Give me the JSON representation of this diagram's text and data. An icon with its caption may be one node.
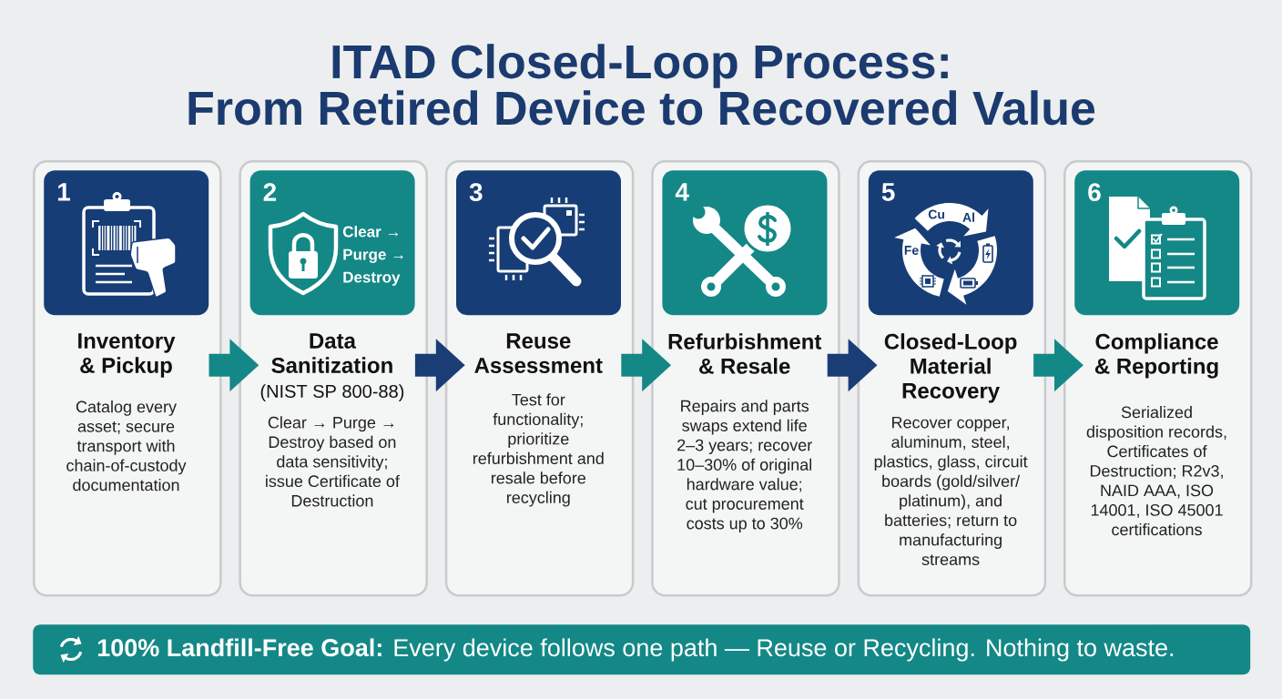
{
  "diagram": {
    "title": "ITAD Closed-Loop Process: From Retired Device to Recovered Value",
    "nodes": [
      {
        "text": [
          "Inventory & Pickup",
          "Catalog every asset; secure transport with chain-of-custody documentation"
        ]
      },
      {
        "text": [
          "1"
        ],
        "in": 0
      },
      {
        "text": [
          "Data Sanitization",
          "(NIST SP 800-88)",
          "Clear → Purge → Destroy based on data sensitivity; issue Certificate of Destruction"
        ]
      },
      {
        "text": [
          "2",
          "Clear → Purge → Destroy"
        ],
        "in": 2
      },
      {
        "text": [
          "Reuse Assessment",
          "Test for functionality; prioritize refurbishment and resale before recycling"
        ]
      },
      {
        "text": [
          "3"
        ],
        "in": 4
      },
      {
        "text": [
          "Refurbishment & Resale",
          "Repairs and parts swaps extend life 2–3 years; recover 10–30% of original hardware value; cut procurement costs up to 30%"
        ]
      },
      {
        "text": [
          "4"
        ],
        "in": 6
      },
      {
        "text": [
          "Closed-Loop Material Recovery",
          "Recover copper, aluminum, steel, plastics, glass, circuit boards (gold/silver/platinum), and batteries; return to manufacturing streams"
        ]
      },
      {
        "text": [
          "5",
          "Cu",
          "Al",
          "Fe"
        ],
        "in": 8
      },
      {
        "text": [
          "Compliance & Reporting",
          "Serialized disposition records, Certificates of Destruction; R2v3, NAID AAA, ISO 14001, ISO 45001 certifications"
        ]
      },
      {
        "text": [
          "6"
        ],
        "in": 10
      },
      {
        "text": [
          "**100% Landfill-Free Goal:** Every device follows one path — Reuse or Recycling. Nothing to waste."
        ]
      }
    ],
    "edges": [
      {
        "from": 0,
        "to": 2,
        "arrow": "to"
      },
      {
        "from": 2,
        "to": 4,
        "arrow": "to",
        "color": "#1a3d76"
      },
      {
        "from": 4,
        "to": 6,
        "arrow": "to"
      },
      {
        "from": 6,
        "to": 8,
        "arrow": "to",
        "color": "#1a3d76"
      },
      {
        "from": 8,
        "to": 10,
        "arrow": "to"
      }
    ]
  }
}
